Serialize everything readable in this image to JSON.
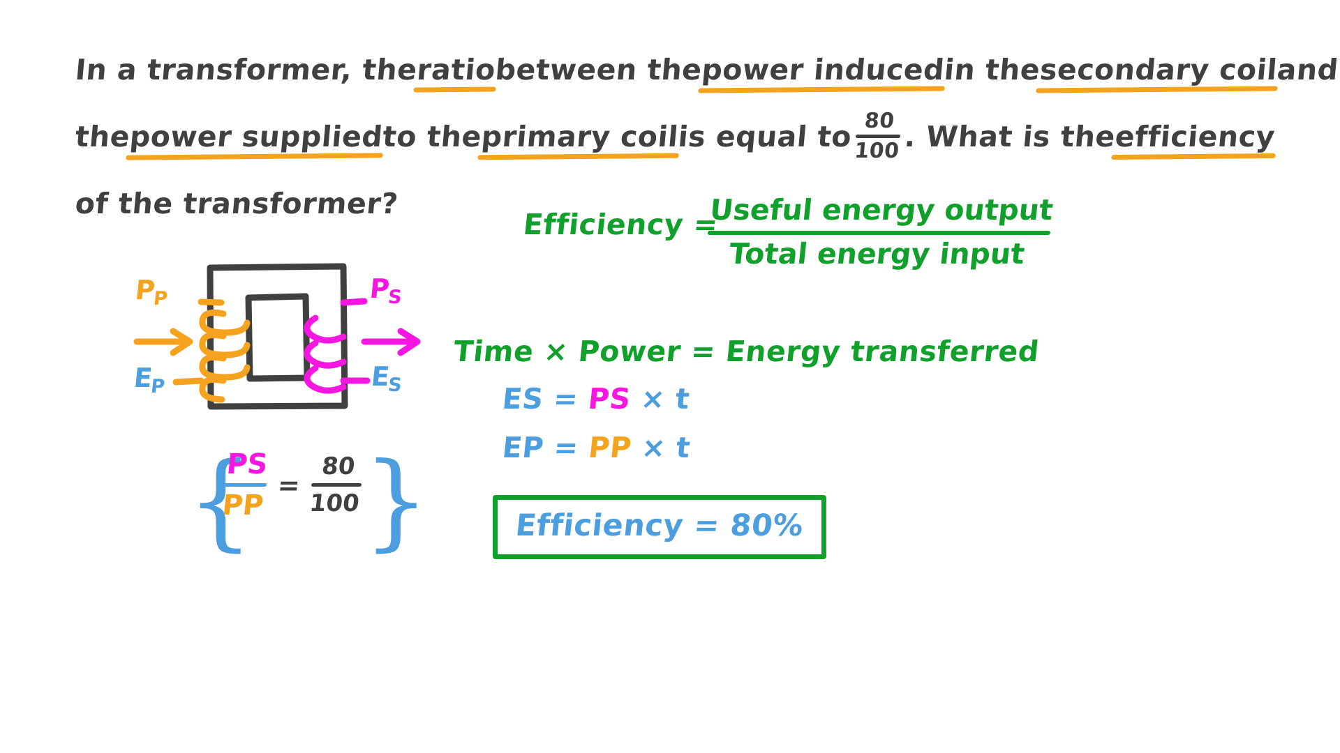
{
  "question": {
    "line1": [
      {
        "text": "In a transformer, the ",
        "underline": false
      },
      {
        "text": "ratio",
        "underline": true
      },
      {
        "text": " between the ",
        "underline": false
      },
      {
        "text": "power induced",
        "underline": true
      },
      {
        "text": " in the ",
        "underline": false
      },
      {
        "text": "secondary coil",
        "underline": true
      },
      {
        "text": " and",
        "underline": false
      }
    ],
    "line2_a": [
      {
        "text": "the ",
        "underline": false
      },
      {
        "text": "power supplied",
        "underline": true
      },
      {
        "text": " to the ",
        "underline": false
      },
      {
        "text": "primary coil",
        "underline": true
      },
      {
        "text": " is equal to ",
        "underline": false
      }
    ],
    "ratio_numerator": "80",
    "ratio_denominator": "100",
    "line2_b": [
      {
        "text": ".  What is the ",
        "underline": false
      },
      {
        "text": "efficiency",
        "underline": true
      }
    ],
    "line3": [
      {
        "text": "of the transformer?",
        "underline": false
      }
    ]
  },
  "diagram": {
    "primary_power_label": "P",
    "primary_power_sub": "P",
    "secondary_power_label": "P",
    "secondary_power_sub": "S",
    "primary_energy_label": "E",
    "primary_energy_sub": "P",
    "secondary_energy_label": "E",
    "secondary_energy_sub": "S",
    "core_color": "#404040",
    "primary_color": "#f5a31e",
    "secondary_color": "#f517e0",
    "energy_color": "#4d9ede"
  },
  "ratio_block": {
    "numerator_left_main": "P",
    "numerator_left_sub": "S",
    "denominator_left_main": "P",
    "denominator_left_sub": "P",
    "equals": "=",
    "numerator_right": "80",
    "denominator_right": "100",
    "brace_left": "{",
    "brace_right": "}"
  },
  "solution": {
    "efficiency_word": "Efficiency",
    "efficiency_equals": "=",
    "useful_output": "Useful energy output",
    "total_input": "Total energy input",
    "time_power_equation": "Time × Power  =  Energy transferred",
    "eq_es_main": "E",
    "eq_es_sub": "S",
    "eq_es_equals": "=",
    "eq_es_power_main": "P",
    "eq_es_power_sub": "S",
    "eq_es_times_t": "× t",
    "eq_ep_main": "E",
    "eq_ep_sub": "P",
    "eq_ep_equals": "=",
    "eq_ep_power_main": "P",
    "eq_ep_power_sub": "P",
    "eq_ep_times_t": "× t",
    "answer": "Efficiency = 80%"
  },
  "colors": {
    "dark_ink": "#404040",
    "orange": "#f5a31e",
    "magenta": "#f517e0",
    "blue": "#4d9ede",
    "green": "#12a02c",
    "background": "#ffffff"
  }
}
